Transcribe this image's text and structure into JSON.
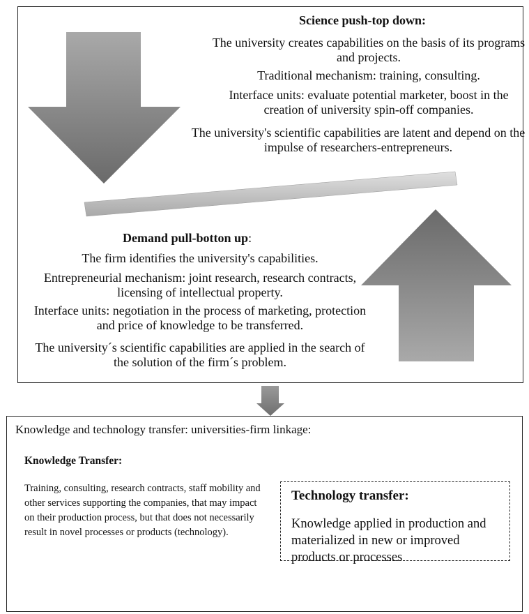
{
  "science_push": {
    "title": "Science push-top down:",
    "points": [
      "The university creates capabilities on the basis of its programs and projects.",
      "Traditional mechanism: training, consulting.",
      "Interface units: evaluate potential marketer, boost in the creation of university spin-off companies.",
      "The university's scientific capabilities are latent and depend on the impulse of researchers-entrepreneurs."
    ]
  },
  "demand_pull": {
    "title": "Demand pull-botton up",
    "title_suffix": ":",
    "points": [
      "The firm identifies  the university's capabilities.",
      "Entrepreneurial mechanism: joint research, research contracts, licensing of intellectual property.",
      "Interface units: negotiation in the process of marketing, protection and price of knowledge to be transferred.",
      "The university´s scientific capabilities are applied in  the search of the solution of the firm´s problem."
    ]
  },
  "linkage": {
    "title": "Knowledge and technology transfer: universities-firm linkage:",
    "knowledge_transfer": {
      "title": "Knowledge Transfer:",
      "text": "Training, consulting, research contracts, staff mobility and other services supporting the companies, that may impact on their production process, but that does not necessarily result in novel processes or products (technology)."
    },
    "technology_transfer": {
      "title": "Technology transfer:",
      "text": "Knowledge applied in production and materialized in new or improved products or processes"
    }
  },
  "colors": {
    "arrow_dark": "#6f6f6f",
    "arrow_light": "#b5b5b5",
    "bar": "#c4c4c4",
    "border": "#222222"
  }
}
